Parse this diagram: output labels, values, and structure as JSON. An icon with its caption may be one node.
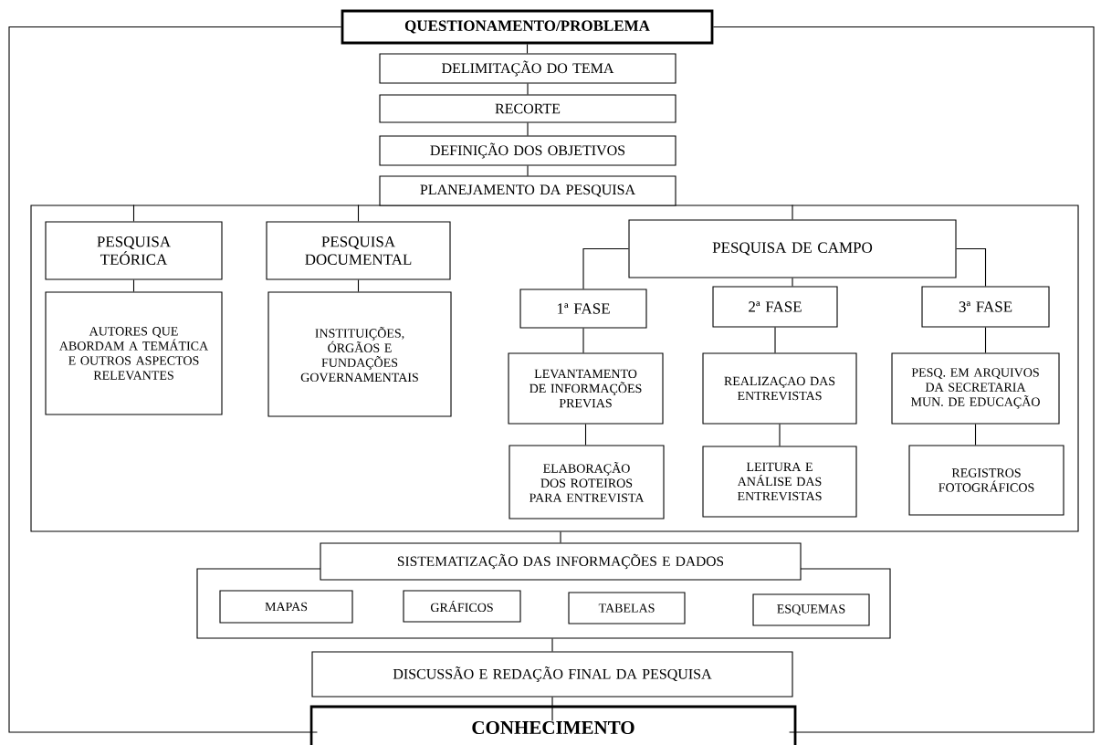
{
  "diagram": {
    "nodes": [
      {
        "text": [
          "QUESTIONAMENTO/PROBLEMA"
        ]
      },
      {
        "text": [
          "DELIMITAÇÃO DO TEMA"
        ]
      },
      {
        "text": [
          "RECORTE"
        ]
      },
      {
        "text": [
          "DEFINIÇÃO DOS OBJETIVOS"
        ]
      },
      {
        "text": [
          "PLANEJAMENTO DA PESQUISA"
        ]
      },
      {
        "text": [],
        "shape": "box"
      },
      {
        "text": [
          "PESQUISA TEÓRICA"
        ],
        "in": 5
      },
      {
        "text": [
          "AUTORES QUE ABORDAM A TEMÁTICA E OUTROS ASPECTOS RELEVANTES"
        ],
        "in": 5
      },
      {
        "text": [
          "PESQUISA DOCUMENTAL"
        ],
        "in": 5
      },
      {
        "text": [
          "INSTITUIÇÕES, ÓRGÃOS E FUNDAÇÕES GOVERNAMENTAIS"
        ],
        "in": 5
      },
      {
        "text": [
          "PESQUISA DE CAMPO"
        ],
        "in": 5
      },
      {
        "text": [
          "1ª FASE"
        ],
        "in": 5
      },
      {
        "text": [
          "2ª FASE"
        ],
        "in": 5
      },
      {
        "text": [
          "3ª FASE"
        ],
        "in": 5
      },
      {
        "text": [
          "LEVANTAMENTO DE INFORMAÇÕES PREVIAS"
        ],
        "in": 5
      },
      {
        "text": [
          "ELABORAÇÃO DOS ROTEIROS PARA ENTREVISTA"
        ],
        "in": 5
      },
      {
        "text": [
          "REALIZAÇAO DAS ENTREVISTAS"
        ],
        "in": 5
      },
      {
        "text": [
          "LEITURA E ANÁLISE DAS ENTREVISTAS"
        ],
        "in": 5
      },
      {
        "text": [
          "PESQ. EM ARQUIVOS DA SECRETARIA MUN. DE EDUCAÇÃO"
        ],
        "in": 5
      },
      {
        "text": [
          "REGISTROS FOTOGRÁFICOS"
        ],
        "in": 5
      },
      {
        "text": [
          "SISTEMATIZAÇÃO DAS INFORMAÇÕES E DADOS"
        ]
      },
      {
        "text": [],
        "shape": "box"
      },
      {
        "text": [
          "MAPAS"
        ],
        "in": 21
      },
      {
        "text": [
          "GRÁFICOS"
        ],
        "in": 21
      },
      {
        "text": [
          "TABELAS"
        ],
        "in": 21
      },
      {
        "text": [
          "ESQUEMAS"
        ],
        "in": 21
      },
      {
        "text": [
          "DISCUSSÃO E REDAÇÃO FINAL DA PESQUISA"
        ]
      },
      {
        "text": [
          "CONHECIMENTO"
        ]
      }
    ],
    "edges": [
      {
        "from": 0,
        "to": 1,
        "arrow": "none"
      },
      {
        "from": 1,
        "to": 2,
        "arrow": "none"
      },
      {
        "from": 2,
        "to": 3,
        "arrow": "none"
      },
      {
        "from": 3,
        "to": 4,
        "arrow": "none"
      },
      {
        "from": 5,
        "to": 6,
        "arrow": "none"
      },
      {
        "from": 5,
        "to": 8,
        "arrow": "none"
      },
      {
        "from": 5,
        "to": 10,
        "arrow": "none"
      },
      {
        "from": 6,
        "to": 7,
        "arrow": "none"
      },
      {
        "from": 8,
        "to": 9,
        "arrow": "none"
      },
      {
        "from": 10,
        "to": 11,
        "arrow": "none"
      },
      {
        "from": 10,
        "to": 12,
        "arrow": "none"
      },
      {
        "from": 10,
        "to": 13,
        "arrow": "none"
      },
      {
        "from": 11,
        "to": 14,
        "arrow": "none"
      },
      {
        "from": 14,
        "to": 15,
        "arrow": "none"
      },
      {
        "from": 12,
        "to": 16,
        "arrow": "none"
      },
      {
        "from": 16,
        "to": 17,
        "arrow": "none"
      },
      {
        "from": 13,
        "to": 18,
        "arrow": "none"
      },
      {
        "from": 18,
        "to": 19,
        "arrow": "none"
      },
      {
        "from": 5,
        "to": 20,
        "arrow": "none"
      },
      {
        "from": 21,
        "to": 26,
        "arrow": "none"
      },
      {
        "from": 26,
        "to": 27,
        "arrow": "none"
      },
      {
        "from": 0,
        "to": 27,
        "arrow": "none"
      },
      {
        "from": 0,
        "to": 27,
        "arrow": "none"
      }
    ]
  }
}
